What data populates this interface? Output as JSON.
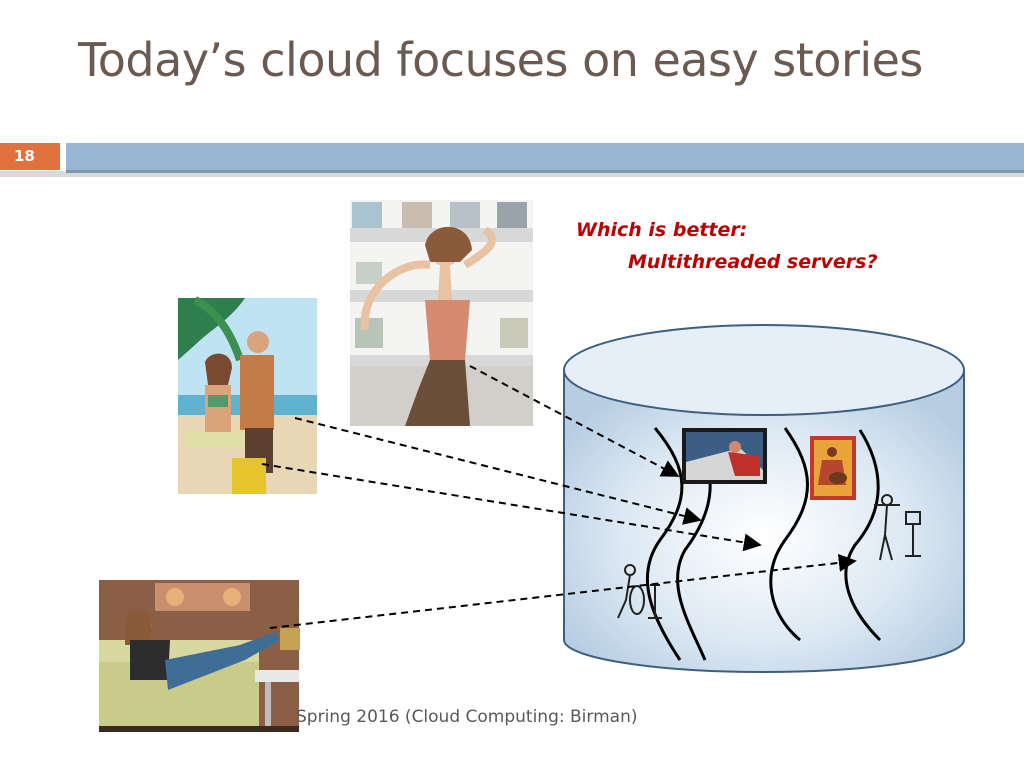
{
  "slide": {
    "title": "Today’s cloud focuses on easy stories",
    "number": "18"
  },
  "question": {
    "line1": "Which is better:",
    "line2": "Multithreaded servers?"
  },
  "footer": "Spring 2016 (Cloud Computing: Birman)",
  "colors": {
    "title": "#6b5a52",
    "accent_bar": "#96b6d3",
    "number_badge": "#e1713f",
    "question": "#c00000"
  },
  "illustrations": [
    "couple-on-beach-photo",
    "woman-listening-to-music-photo",
    "woman-relaxing-on-couch-photo",
    "server-cylinder",
    "pianist-clipart",
    "guitarist-clipart",
    "cellist-clipart",
    "flutist-clipart"
  ]
}
